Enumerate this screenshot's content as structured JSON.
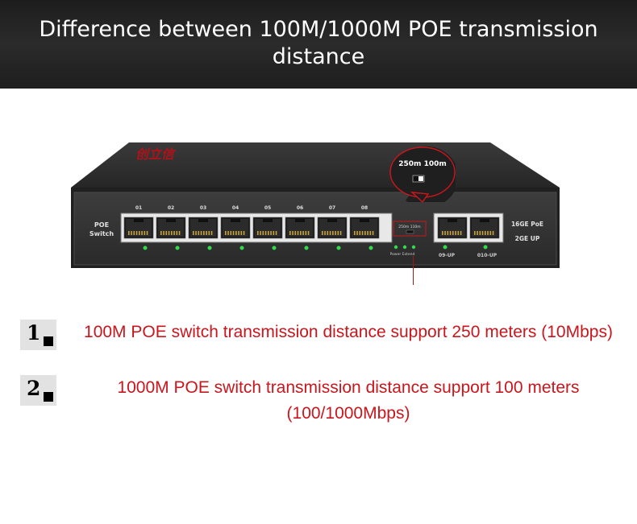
{
  "header": {
    "title": "Difference between 100M/1000M POE transmission distance"
  },
  "device": {
    "brand_logo": "创立信",
    "side_label": "POE Switch",
    "port_numbers": [
      "01",
      "02",
      "03",
      "04",
      "05",
      "06",
      "07",
      "08"
    ],
    "switch_label": "250m 110m",
    "led_label": "Power Extend",
    "uplink_labels": [
      "09-UP",
      "010-UP"
    ],
    "spec_labels": [
      "16GE PoE",
      "2GE UP"
    ]
  },
  "callout": {
    "label": "250m 100m"
  },
  "notes": [
    {
      "number": "1",
      "text": "100M POE switch transmission distance support 250 meters (10Mbps)"
    },
    {
      "number": "2",
      "text": "1000M POE switch transmission distance support 100 meters (100/1000Mbps)"
    }
  ],
  "colors": {
    "header_bg": "#242424",
    "note_text": "#c9161d",
    "device_body": "#2c2c2c",
    "led": "#2fdc4b",
    "pointer": "#a3161c"
  }
}
